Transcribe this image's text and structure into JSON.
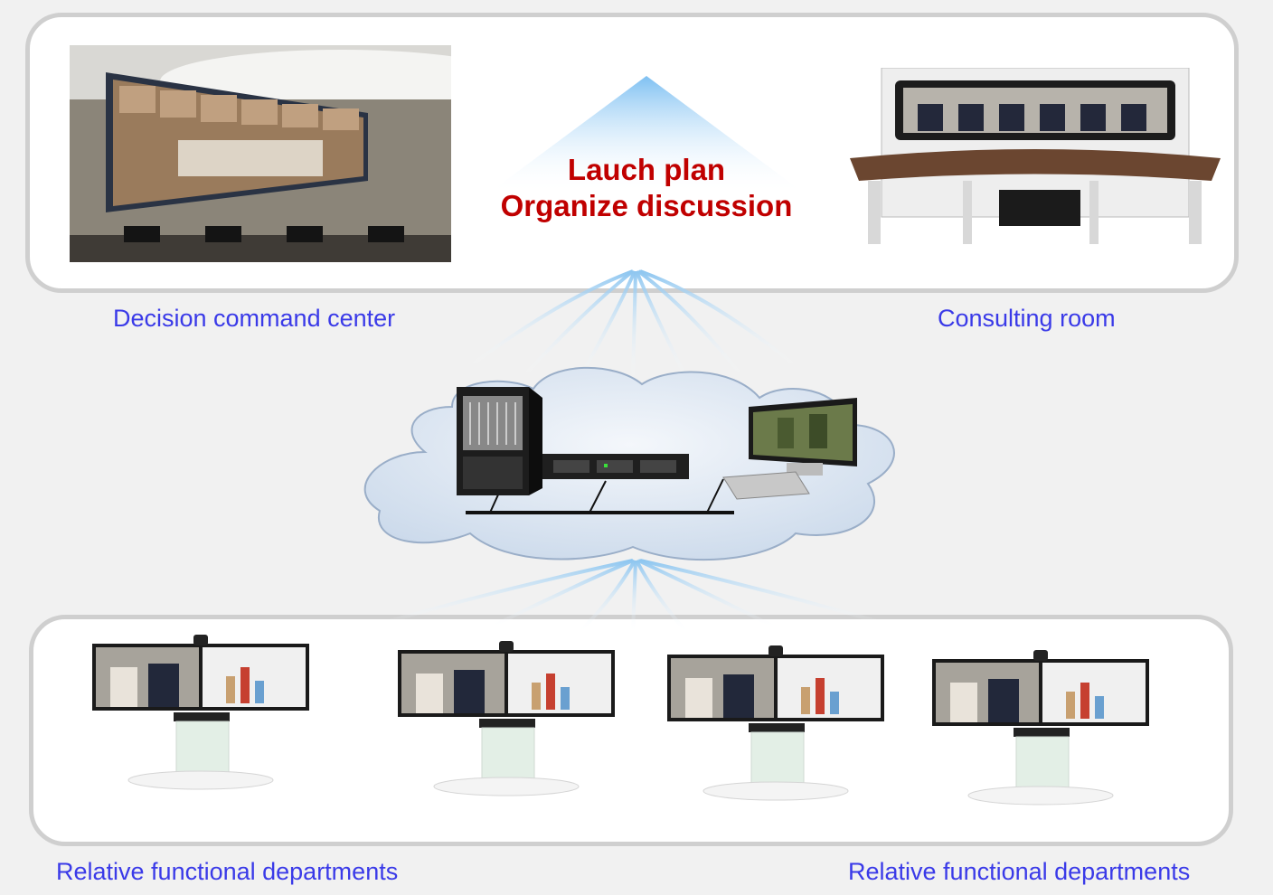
{
  "top": {
    "left_caption": "Decision command center",
    "right_caption": "Consulting room",
    "center_lines": [
      "Lauch plan",
      "Organize discussion"
    ]
  },
  "bottom": {
    "left_caption": "Relative functional departments",
    "right_caption": "Relative functional departments",
    "terminals_count": 4
  },
  "colors": {
    "caption": "#3a3ae8",
    "center_text": "#c00000",
    "triangle_top": "#9fd0f5",
    "cloud": "#d5e1ef"
  },
  "icons": [
    "command-center-photo",
    "consulting-room-photo",
    "cloud-icon",
    "mcu-server-icon",
    "switch-icon",
    "monitor-pc-icon",
    "telepresence-terminal-icon"
  ]
}
